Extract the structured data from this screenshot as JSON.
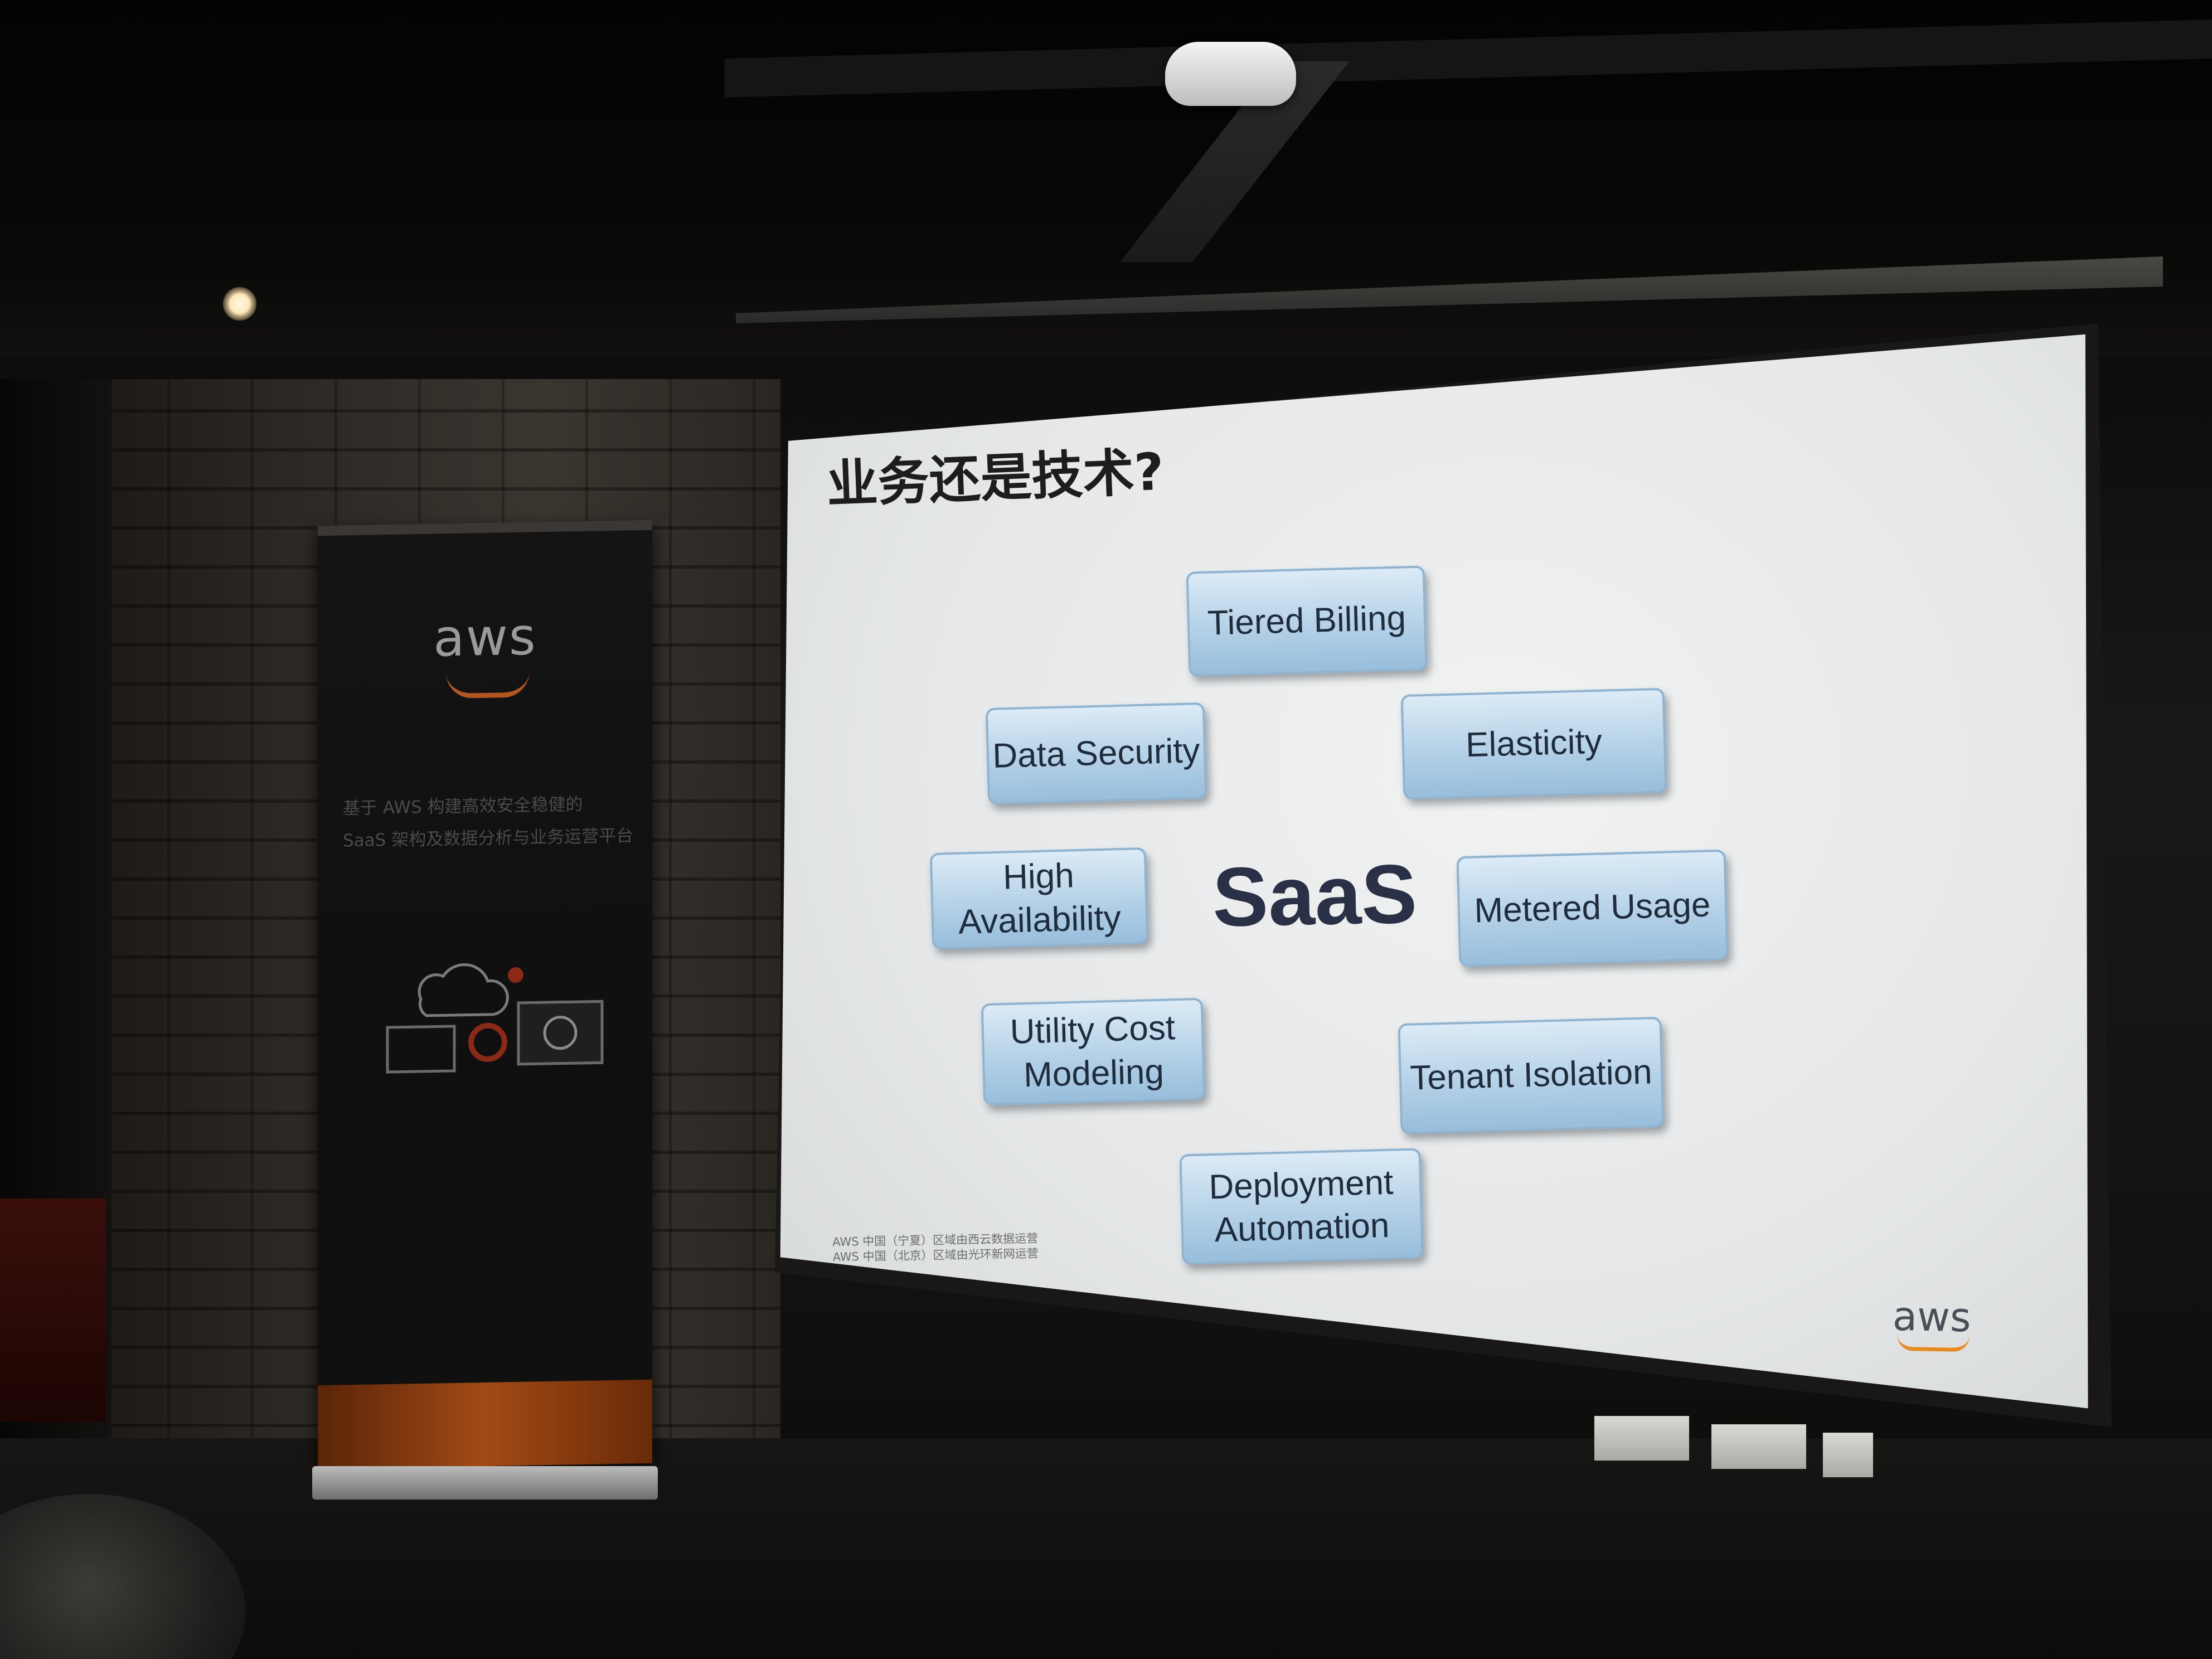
{
  "banner": {
    "logo": "aws",
    "line1": "基于 AWS 构建高效安全稳健的",
    "line2": "SaaS 架构及数据分析与业务运营平台"
  },
  "slide": {
    "title": "业务还是技术?",
    "center_label": "SaaS",
    "items": [
      "Tiered Billing",
      "Data Security",
      "Elasticity",
      "High Availability",
      "Metered Usage",
      "Utility Cost Modeling",
      "Tenant Isolation",
      "Deployment Automation"
    ],
    "footnote_line1": "AWS 中国（宁夏）区域由西云数据运营",
    "footnote_line2": "AWS 中国（北京）区域由光环新网运营",
    "logo": "aws"
  }
}
